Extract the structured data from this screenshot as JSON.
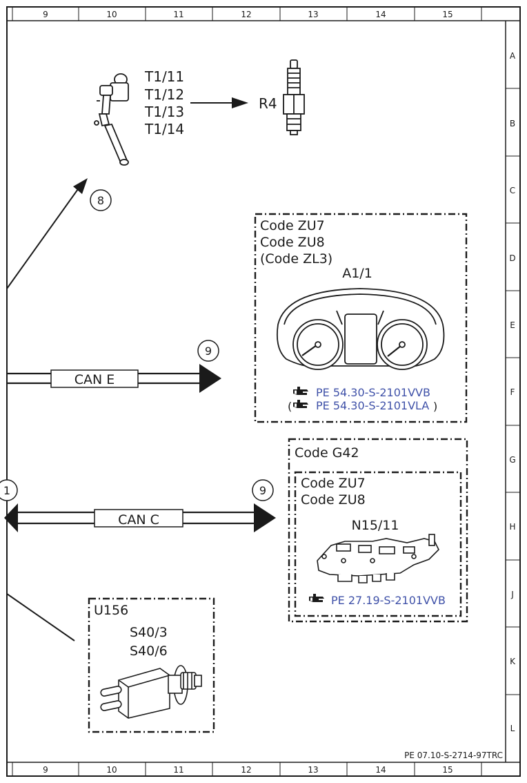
{
  "ruler": {
    "columns": [
      "9",
      "10",
      "11",
      "12",
      "13",
      "14",
      "15"
    ],
    "rows": [
      "A",
      "B",
      "C",
      "D",
      "E",
      "F",
      "G",
      "H",
      "J",
      "K",
      "L"
    ]
  },
  "ignition": {
    "terminals": [
      "T1/11",
      "T1/12",
      "T1/13",
      "T1/14"
    ],
    "target": "R4"
  },
  "markers": {
    "eight": "8",
    "nine_a": "9",
    "nine_b": "9",
    "left_partial": "1"
  },
  "can": {
    "e": "CAN E",
    "c": "CAN C"
  },
  "cluster_box": {
    "codes": [
      "Code ZU7",
      "Code ZU8",
      "(Code ZL3)"
    ],
    "component": "A1/1",
    "refs": [
      "PE 54.30-S-2101VVB",
      "PE 54.30-S-2101VLA"
    ],
    "paren_open": "(",
    "paren_close": ")"
  },
  "g42_box": {
    "outer_code": "Code G42",
    "codes": [
      "Code ZU7",
      "Code ZU8"
    ],
    "component": "N15/11",
    "ref": "PE 27.19-S-2101VVB"
  },
  "u156_box": {
    "code": "U156",
    "components": [
      "S40/3",
      "S40/6"
    ]
  },
  "footer_ref": "PE 07.10-S-2714-97TRC",
  "colors": {
    "link": "#3f51a8",
    "line": "#1a1a1a"
  }
}
